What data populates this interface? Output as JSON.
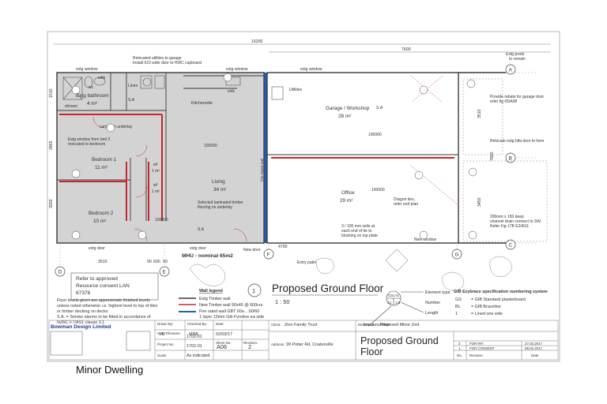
{
  "overall_dims": {
    "total": "16200",
    "garage": "7600",
    "left_a": "3510",
    "left_b": "4700",
    "col_right": "3510"
  },
  "rooms": {
    "bathroom": {
      "name": "Extg bathroom",
      "area": "4 m²"
    },
    "bedroom1": {
      "name": "Bedroom 1",
      "area": "11 m²"
    },
    "bedroom2": {
      "name": "Bedroom 2",
      "area": "10 m²"
    },
    "living": {
      "name": "Living",
      "area": "34 m²"
    },
    "kitchenette": {
      "name": "Kitchenette"
    },
    "garage": {
      "name": "Garage / Workshop",
      "area": "28 m²"
    },
    "office": {
      "name": "Office",
      "area": "29 m²"
    },
    "linen": "Linen",
    "utilities": "Utilities",
    "shower": "shower",
    "sink": "sink",
    "whb": "whb",
    "wc": "wc",
    "wf1": "wf",
    "wf2": "wf",
    "wf_area1": "1 m²",
    "wf_area2": "1 m²"
  },
  "annotations": {
    "extg_window_top_left": "extg window",
    "extg_window_top_mid": "extg window",
    "extg_window_top_right": "extg window",
    "relocated_utilities": "Relocated utilities to garage",
    "relocated_utilities2": "Install 510 wide door to HWC cupboard",
    "carpet": "carpet on underlay",
    "extg_window_bed2": "Extg window from bed 2",
    "relocated_to_bed1": "relocated to bedroom",
    "laminate1": "Selected laminated timber",
    "laminate2": "flooring on underlay",
    "fire_rated_wall": "Fire Rated wall",
    "dragon_ties1": "Dragon ties,",
    "dragon_ties2": "refer roof plan",
    "sills1": "3 / 100 mm sells at",
    "sills2": "each end of tie to",
    "sills3": "blocking on top plate",
    "new_window": "New window",
    "new_door": "New door",
    "extg_door1": "extg door",
    "extg_door2": "extg door",
    "entry_patio": "Entry patio",
    "mhu": "MHU - nominal 65m2",
    "extg_posts": "Extg posts",
    "to_remain": "to remain",
    "rebate1": "Provide rebate for garage door",
    "rebate2": "refer fig 65/A08",
    "relocate_door": "Relocate extg bifa door to here",
    "channel1": "200mm x 150 deep",
    "channel2": "channel drain connect to SW.",
    "channel3": "Refer Fig 17B E2/AS1",
    "sa1": "S.A",
    "sa2": "S.A",
    "sa3": "S.A",
    "level1": "100000",
    "level2": "100000",
    "level3": "100000",
    "level4": "100000"
  },
  "grid_markers": [
    "A",
    "B",
    "C",
    "D",
    "E",
    "F",
    "G"
  ],
  "dimensions_bottom": [
    "3510",
    "90",
    "600",
    "90",
    "4700"
  ],
  "dimensions_left": [
    "1510",
    "2865",
    "3000"
  ],
  "dimensions_right": [
    "3510",
    "7800",
    "3450"
  ],
  "consent": {
    "line1": "Refer to approved",
    "line2": "Resource consent LAN",
    "line3": "67376"
  },
  "notes": {
    "line1": "Floor levels given are approximate finished levels",
    "line2": "unless noted otherwise i.e. highest level to top of tiles",
    "line3": "or timber decking on decks",
    "line4": "S.A. = Smoke alarms to be fitted in accordance of",
    "line5": "NZBC F7/AS1 clause 3.1"
  },
  "legend": {
    "title": "Wall legend",
    "item1": "Extg Timber wall",
    "item2": "New Timber wall 90x45 @ 600crs",
    "item3": "Fire rated wall GBT 60a ...60/60",
    "item4": "1 layer 13mm Gib Fyreline ea side"
  },
  "drawing_title": {
    "number": "1",
    "title": "Proposed Ground Floor",
    "scale": "1 : 50"
  },
  "element_key": {
    "element_type": "Element type",
    "number": "Number",
    "length": "Length",
    "brace": "brace number",
    "gib_title": "GIB Ezybrace specification numbering system",
    "gs": "GS",
    "gs_desc": "= GIB Standard plasterboard",
    "bl": "BL",
    "bl_desc": "= GIB Braceline",
    "one": "1",
    "one_desc": "= Lined one side",
    "tag_top": "GS1-N",
    "tag_mid": "A1",
    "tag_len": "1.5"
  },
  "title_block": {
    "company": "Bowman Design Limited",
    "drawn_by_label": "Drawn By:",
    "drawn_by": "VD",
    "checked_label": "Checked By:",
    "checked": "MRB",
    "date_label": "Date:",
    "date": "02/03/17",
    "cad_label": "CAD Filename:",
    "cad": "1702-01",
    "project_label": "Project No.",
    "project": "1702-01",
    "sheet_label": "Sheet No.",
    "sheet": "A06",
    "revision_label": "Revision:",
    "revision": "2",
    "scale_label": "Scale:",
    "scale": "As indicated",
    "client_label": "Client:",
    "client": "Zion Family Trust",
    "address_label": "Address:",
    "address": "99 Potter Rd, Coatesville",
    "desc_label": "Description:",
    "desc": "Proposed Minor Unit",
    "big_title1": "Proposed Ground",
    "big_title2": "Floor",
    "rev_rows": [
      {
        "no": "2",
        "desc": "FOR RFI",
        "date": "27.03.2017"
      },
      {
        "no": "1",
        "desc": "FOR CONSENT",
        "date": "06.02.2017"
      }
    ],
    "rev_head": {
      "no": "No.",
      "desc": "Revision",
      "date": "Date"
    }
  },
  "bottom_label": "Minor Dwelling",
  "colors": {
    "fire_wall": "#1f5fb3",
    "new_wall": "#c8262c",
    "shade": "#d2d2d2",
    "line": "#3c3c3c"
  }
}
